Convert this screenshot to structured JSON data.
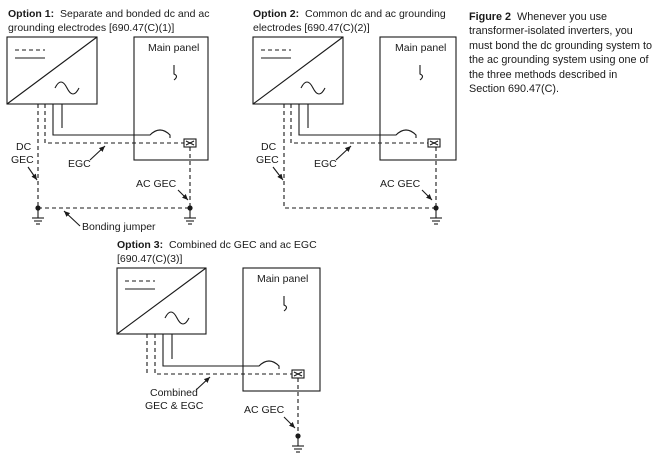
{
  "figure": {
    "title": "Figure 2",
    "text": "Whenever you use transformer-isolated inverters, you must bond the dc grounding system to the ac grounding system using one of the three methods described in Section 690.47(C)."
  },
  "option1": {
    "heading_bold": "Option 1:",
    "heading_rest": "Separate and bonded dc and ac",
    "heading_line2": "grounding electrodes [690.47(C)(1)]",
    "panel_label": "Main panel",
    "dc_gec_line1": "DC",
    "dc_gec_line2": "GEC",
    "egc_label": "EGC",
    "ac_gec_label": "AC GEC",
    "bonding_label": "Bonding jumper"
  },
  "option2": {
    "heading_bold": "Option 2:",
    "heading_rest": "Common dc and ac grounding",
    "heading_line2": "electrodes [690.47(C)(2)]",
    "panel_label": "Main panel",
    "dc_gec_line1": "DC",
    "dc_gec_line2": "GEC",
    "egc_label": "EGC",
    "ac_gec_label": "AC GEC"
  },
  "option3": {
    "heading_bold": "Option 3:",
    "heading_rest": "Combined dc GEC and ac EGC",
    "heading_line2": "[690.47(C)(3)]",
    "panel_label": "Main panel",
    "combined_line1": "Combined",
    "combined_line2": "GEC & EGC",
    "ac_gec_label": "AC GEC"
  }
}
